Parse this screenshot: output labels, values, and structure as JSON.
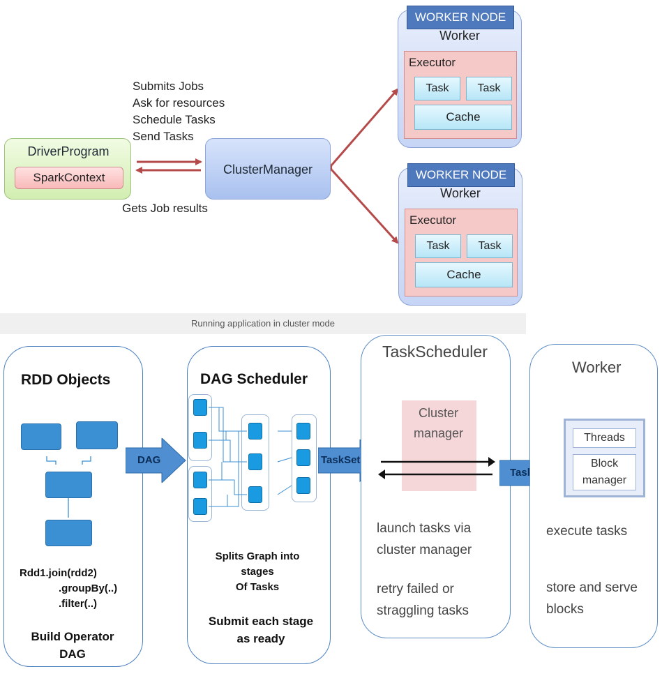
{
  "top": {
    "driver": {
      "title": "DriverProgram",
      "context": "SparkContext"
    },
    "cluster_manager": "ClusterManager",
    "messages": [
      "Submits Jobs",
      "Ask for resources",
      "Schedule Tasks",
      "Send Tasks"
    ],
    "results": "Gets Job results",
    "workers": [
      {
        "tag": "WORKER NODE",
        "label": "Worker",
        "executor": "Executor",
        "tasks": [
          "Task",
          "Task"
        ],
        "cache": "Cache"
      },
      {
        "tag": "WORKER NODE",
        "label": "Worker",
        "executor": "Executor",
        "tasks": [
          "Task",
          "Task"
        ],
        "cache": "Cache"
      }
    ]
  },
  "caption": "Running application in cluster mode",
  "bottom": {
    "rdd": {
      "title": "RDD Objects",
      "code": [
        "Rdd1.join(rdd2)",
        ".groupBy(..)",
        ".filter(..)"
      ],
      "footer": [
        "Build Operator",
        "DAG"
      ]
    },
    "dag_arrow": "DAG",
    "dag_scheduler": {
      "title": "DAG Scheduler",
      "text1": [
        "Splits Graph into",
        "stages",
        "Of Tasks"
      ],
      "text2": [
        "Submit each stage",
        "as ready"
      ]
    },
    "taskset_arrow": "TaskSet",
    "task_scheduler": {
      "title": "TaskScheduler",
      "cluster_label": [
        "Cluster",
        "manager"
      ],
      "text1": [
        "launch tasks via",
        "cluster manager"
      ],
      "text2": [
        "retry failed or",
        "straggling tasks"
      ]
    },
    "task_arrow": "Task",
    "worker": {
      "title": "Worker",
      "threads": "Threads",
      "block_manager": [
        "Block",
        "manager"
      ],
      "text1": "execute tasks",
      "text2": [
        "store and serve",
        "blocks"
      ]
    }
  },
  "colors": {
    "arrow_red": "#b54a4a",
    "panel_border": "#4a7fbf",
    "block_blue": "#3b8fd3",
    "worker_node_blue": "#4f79bd",
    "executor_pink": "#f6c9c9"
  }
}
